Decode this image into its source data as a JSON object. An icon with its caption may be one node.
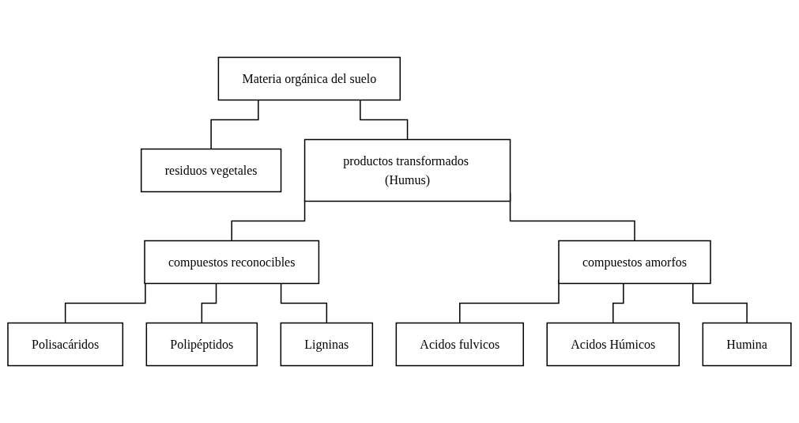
{
  "diagram": {
    "nodes": [
      {
        "text": [
          "Materia orgánica del suelo"
        ]
      },
      {
        "text": [
          "residuos vegetales"
        ]
      },
      {
        "text": [
          "productos transformados (Humus)"
        ]
      },
      {
        "text": [
          "compuestos reconocibles"
        ]
      },
      {
        "text": [
          "compuestos amorfos"
        ]
      },
      {
        "text": [
          "Polisacáridos"
        ]
      },
      {
        "text": [
          "Polipéptidos"
        ]
      },
      {
        "text": [
          "Ligninas"
        ]
      },
      {
        "text": [
          "Acidos fulvicos"
        ]
      },
      {
        "text": [
          "Acidos Húmicos"
        ]
      },
      {
        "text": [
          "Humina"
        ]
      }
    ],
    "edges": [
      {
        "from": 0,
        "to": 1,
        "arrow": "none"
      },
      {
        "from": 0,
        "to": 2,
        "arrow": "none"
      },
      {
        "from": 2,
        "to": 3,
        "arrow": "none"
      },
      {
        "from": 2,
        "to": 4,
        "arrow": "none"
      },
      {
        "from": 3,
        "to": 5,
        "arrow": "none"
      },
      {
        "from": 3,
        "to": 6,
        "arrow": "none"
      },
      {
        "from": 3,
        "to": 7,
        "arrow": "none"
      },
      {
        "from": 4,
        "to": 8,
        "arrow": "none"
      },
      {
        "from": 4,
        "to": 9,
        "arrow": "none"
      },
      {
        "from": 4,
        "to": 10,
        "arrow": "none"
      }
    ]
  }
}
